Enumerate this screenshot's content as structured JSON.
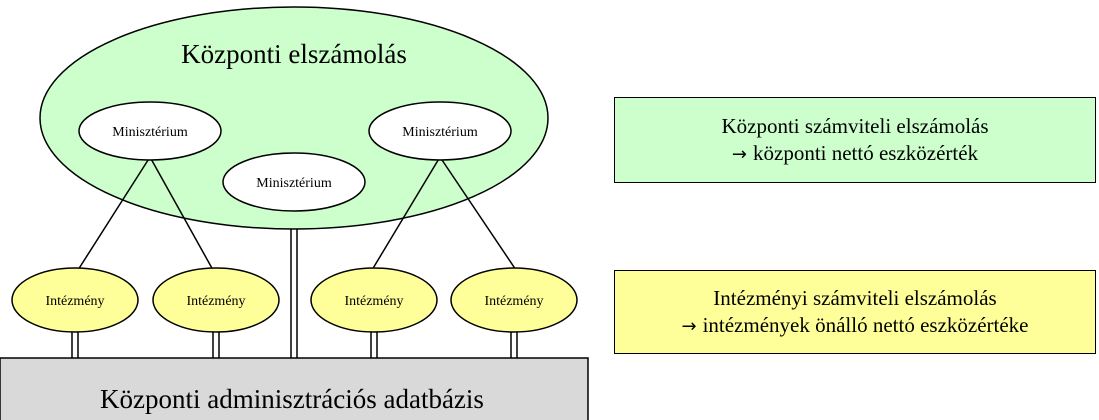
{
  "diagram": {
    "central_title": "Központi elszámolás",
    "ministry_label": "Minisztérium",
    "institution_label": "Intézmény",
    "database_label": "Központi adminisztrációs adatbázis"
  },
  "legend": {
    "central": {
      "line1": "Központi számviteli elszámolás",
      "arrow": "→",
      "line2": "központi nettó eszközérték"
    },
    "institutional": {
      "line1": "Intézményi számviteli elszámolás",
      "arrow": "→",
      "line2": "intézmények önálló nettó eszközértéke"
    }
  },
  "colors": {
    "central_fill": "#ccffcc",
    "institution_fill": "#ffff99",
    "database_fill": "#d9d9d9",
    "ministry_fill": "#ffffff",
    "stroke": "#000000"
  }
}
